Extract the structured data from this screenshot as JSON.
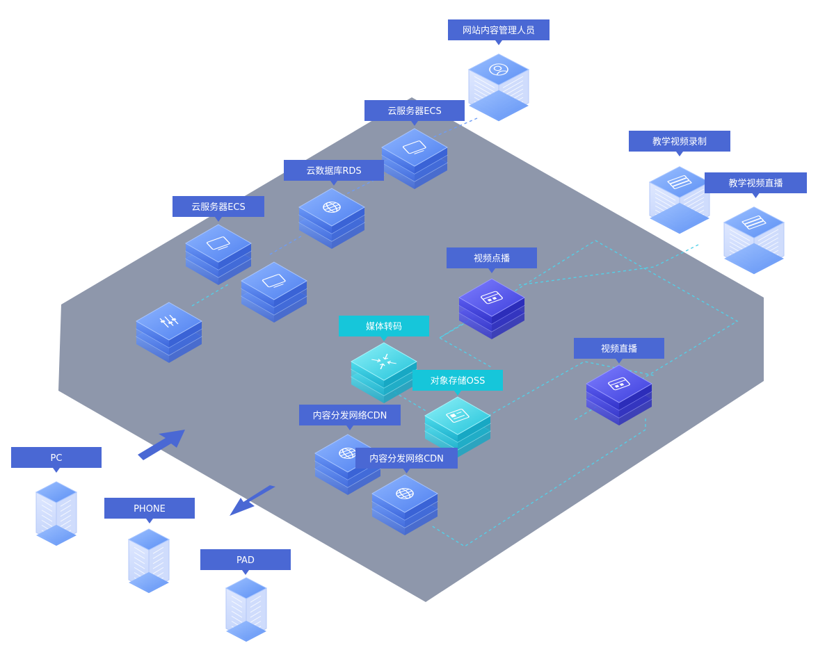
{
  "colors": {
    "platform": "#8e97ab",
    "label_blue": "#4a68d4",
    "label_cyan": "#16c6da",
    "node_blue": "#5b8ff4",
    "node_indigo": "#4d4fe8",
    "node_cyan": "#2fd4e6",
    "flow_line": "#53d0e8",
    "arrow": "#4a68d4"
  },
  "labels": {
    "admin": "网站内容管理人员",
    "ecs_top": "云服务器ECS",
    "rds": "云数据库RDS",
    "ecs_left": "云服务器ECS",
    "record": "教学视频录制",
    "live_src": "教学视频直播",
    "vod": "视频点播",
    "transcode": "媒体转码",
    "live": "视频直播",
    "oss": "对象存储OSS",
    "cdn_1": "内容分发网络CDN",
    "cdn_2": "内容分发网络CDN",
    "pc": "PC",
    "phone": "PHONE",
    "pad": "PAD"
  },
  "icons": {
    "admin": "user-icon",
    "ecs": "monitor-icon",
    "rds": "globe-icon",
    "slb": "sliders-icon",
    "vod": "video-icon",
    "live": "video-icon",
    "transcode": "compress-icon",
    "oss": "storage-icon",
    "cdn": "globe-icon",
    "record": "server-icon"
  }
}
